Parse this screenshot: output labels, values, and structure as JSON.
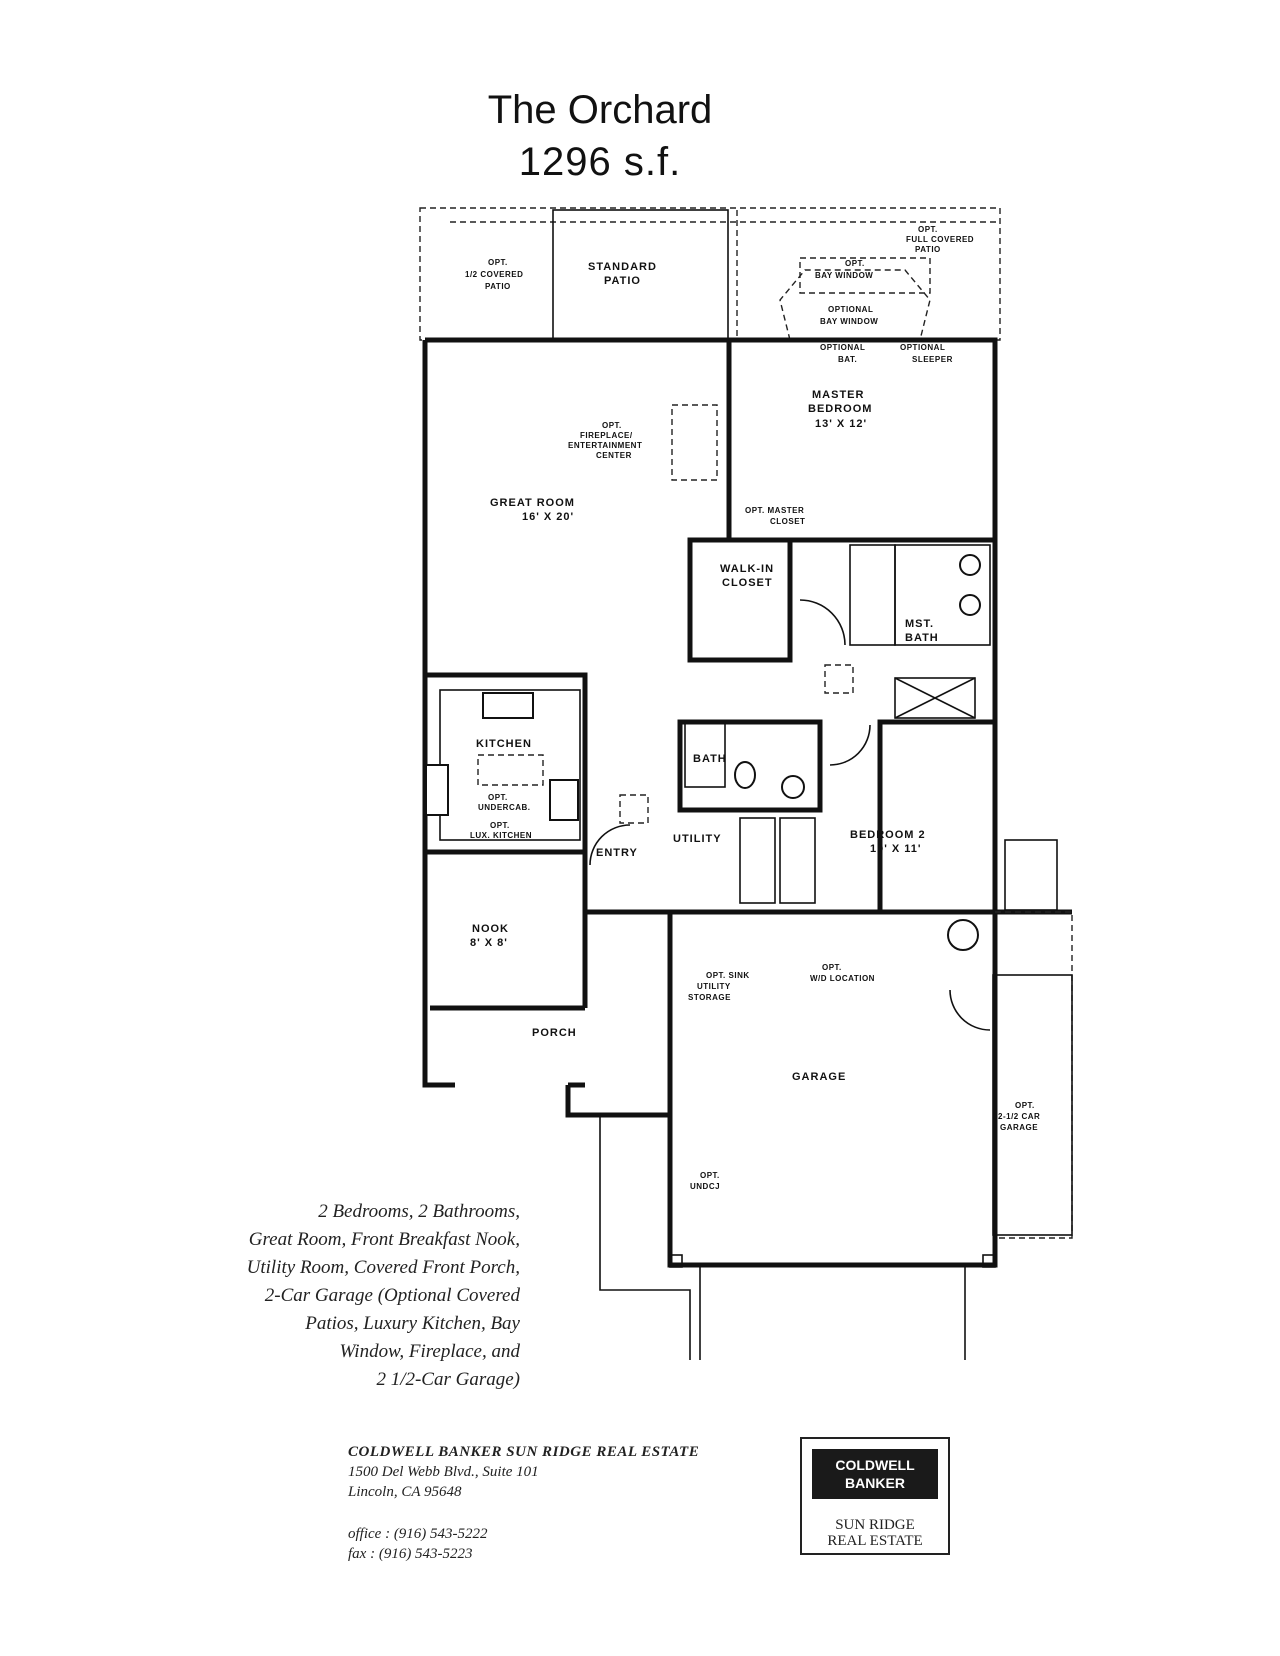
{
  "header": {
    "title": "The Orchard",
    "area": "1296 s.f."
  },
  "rooms": {
    "opt_half_patio": [
      "OPT.",
      "1/2 COVERED",
      "PATIO"
    ],
    "standard_patio": [
      "STANDARD",
      "PATIO"
    ],
    "opt_full_patio": [
      "OPT.",
      "FULL COVERED",
      "PATIO"
    ],
    "opt_bay_window": [
      "OPT.",
      "BAY WINDOW"
    ],
    "optional_bay_window": [
      "OPTIONAL",
      "BAY WINDOW"
    ],
    "optional_bath_sleeper": [
      "OPTIONAL",
      "BAT.",
      "OPTIONAL",
      "SLEEPER"
    ],
    "master_bedroom": [
      "MASTER",
      "BEDROOM",
      "13' X 12'"
    ],
    "opt_fireplace": [
      "OPT.",
      "FIREPLACE/",
      "ENTERTAINMENT",
      "CENTER"
    ],
    "great_room": [
      "GREAT ROOM",
      "16' X 20'"
    ],
    "opt_master_closet": [
      "OPT. MASTER",
      "CLOSET"
    ],
    "walk_in_closet": [
      "WALK-IN",
      "CLOSET"
    ],
    "mst_bath": [
      "MST.",
      "BATH"
    ],
    "kitchen": "KITCHEN",
    "opt_undercounter": [
      "OPT.",
      "UNDERCAB."
    ],
    "opt_lux_kitchen": [
      "OPT.",
      "LUX. KITCHEN"
    ],
    "bath": "BATH",
    "bedroom_2": [
      "BEDROOM 2",
      "10' X 11'"
    ],
    "entry": "ENTRY",
    "utility": "UTILITY",
    "nook": [
      "NOOK",
      "8' X 8'"
    ],
    "opt_sink": [
      "OPT. SINK",
      "UTILITY",
      "STORAGE"
    ],
    "opt_wd_location": [
      "OPT.",
      "W/D LOCATION"
    ],
    "porch": "PORCH",
    "garage": "GARAGE",
    "opt_garage_extension": [
      "OPT.",
      "2-1/2 CAR",
      "GARAGE"
    ],
    "opt_undcj": [
      "OPT.",
      "UNDCJ"
    ]
  },
  "features": [
    "2 Bedrooms, 2 Bathrooms,",
    "Great Room, Front Breakfast Nook,",
    "Utility Room, Covered Front Porch,",
    "2-Car Garage (Optional Covered",
    "Patios, Luxury Kitchen, Bay",
    "Window, Fireplace, and",
    "2 1/2-Car Garage)"
  ],
  "contact": {
    "company": "COLDWELL BANKER SUN RIDGE REAL ESTATE",
    "address1": "1500 Del Webb Blvd., Suite 101",
    "address2": "Lincoln, CA 95648",
    "office": "office : (916) 543-5222",
    "fax": "fax :    (916) 543-5223"
  },
  "logo": {
    "line1": "COLDWELL",
    "line2": "BANKER",
    "sub1": "SUN RIDGE",
    "sub2": "REAL ESTATE"
  }
}
